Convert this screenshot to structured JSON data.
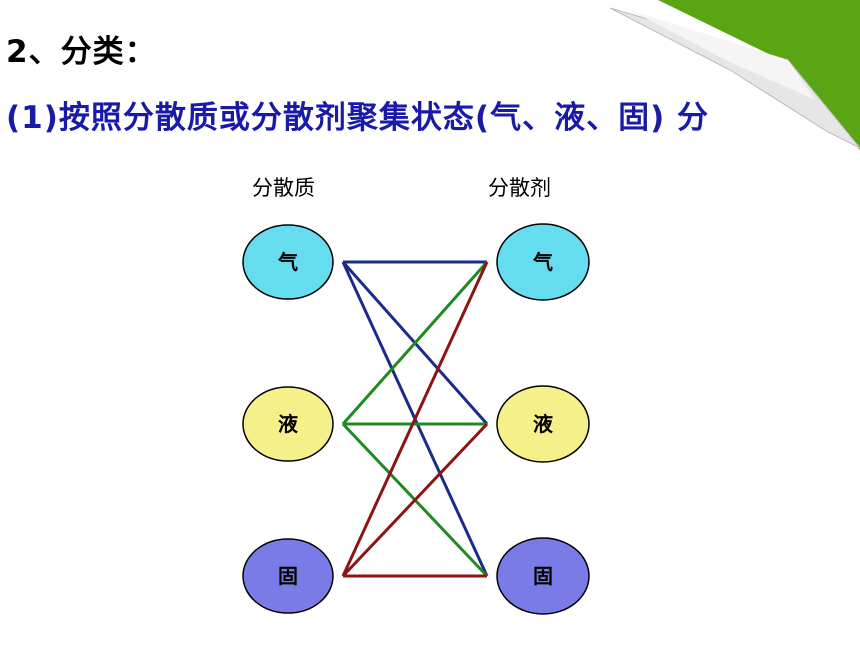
{
  "heading": "2、分类：",
  "subheading": "(1)按照分散质或分散剂聚集状态(气、液、固) 分",
  "diagram": {
    "left_label": "分散质",
    "right_label": "分散剂",
    "states": [
      {
        "key": "gas",
        "label": "气",
        "color": "#66ddee"
      },
      {
        "key": "liquid",
        "label": "液",
        "color": "#f6f08a"
      },
      {
        "key": "solid",
        "label": "固",
        "color": "#7b7be8"
      }
    ],
    "connections": [
      {
        "from": "gas",
        "to": "gas",
        "color": "#1c2a8c"
      },
      {
        "from": "gas",
        "to": "liquid",
        "color": "#1c2a8c"
      },
      {
        "from": "gas",
        "to": "solid",
        "color": "#1c2a8c"
      },
      {
        "from": "liquid",
        "to": "gas",
        "color": "#1f8a1f"
      },
      {
        "from": "liquid",
        "to": "liquid",
        "color": "#1f8a1f"
      },
      {
        "from": "liquid",
        "to": "solid",
        "color": "#1f8a1f"
      },
      {
        "from": "solid",
        "to": "gas",
        "color": "#8b1414"
      },
      {
        "from": "solid",
        "to": "liquid",
        "color": "#8b1414"
      },
      {
        "from": "solid",
        "to": "solid",
        "color": "#8b1414"
      }
    ]
  },
  "decoration": {
    "page_curl_color": "#5aa514"
  }
}
